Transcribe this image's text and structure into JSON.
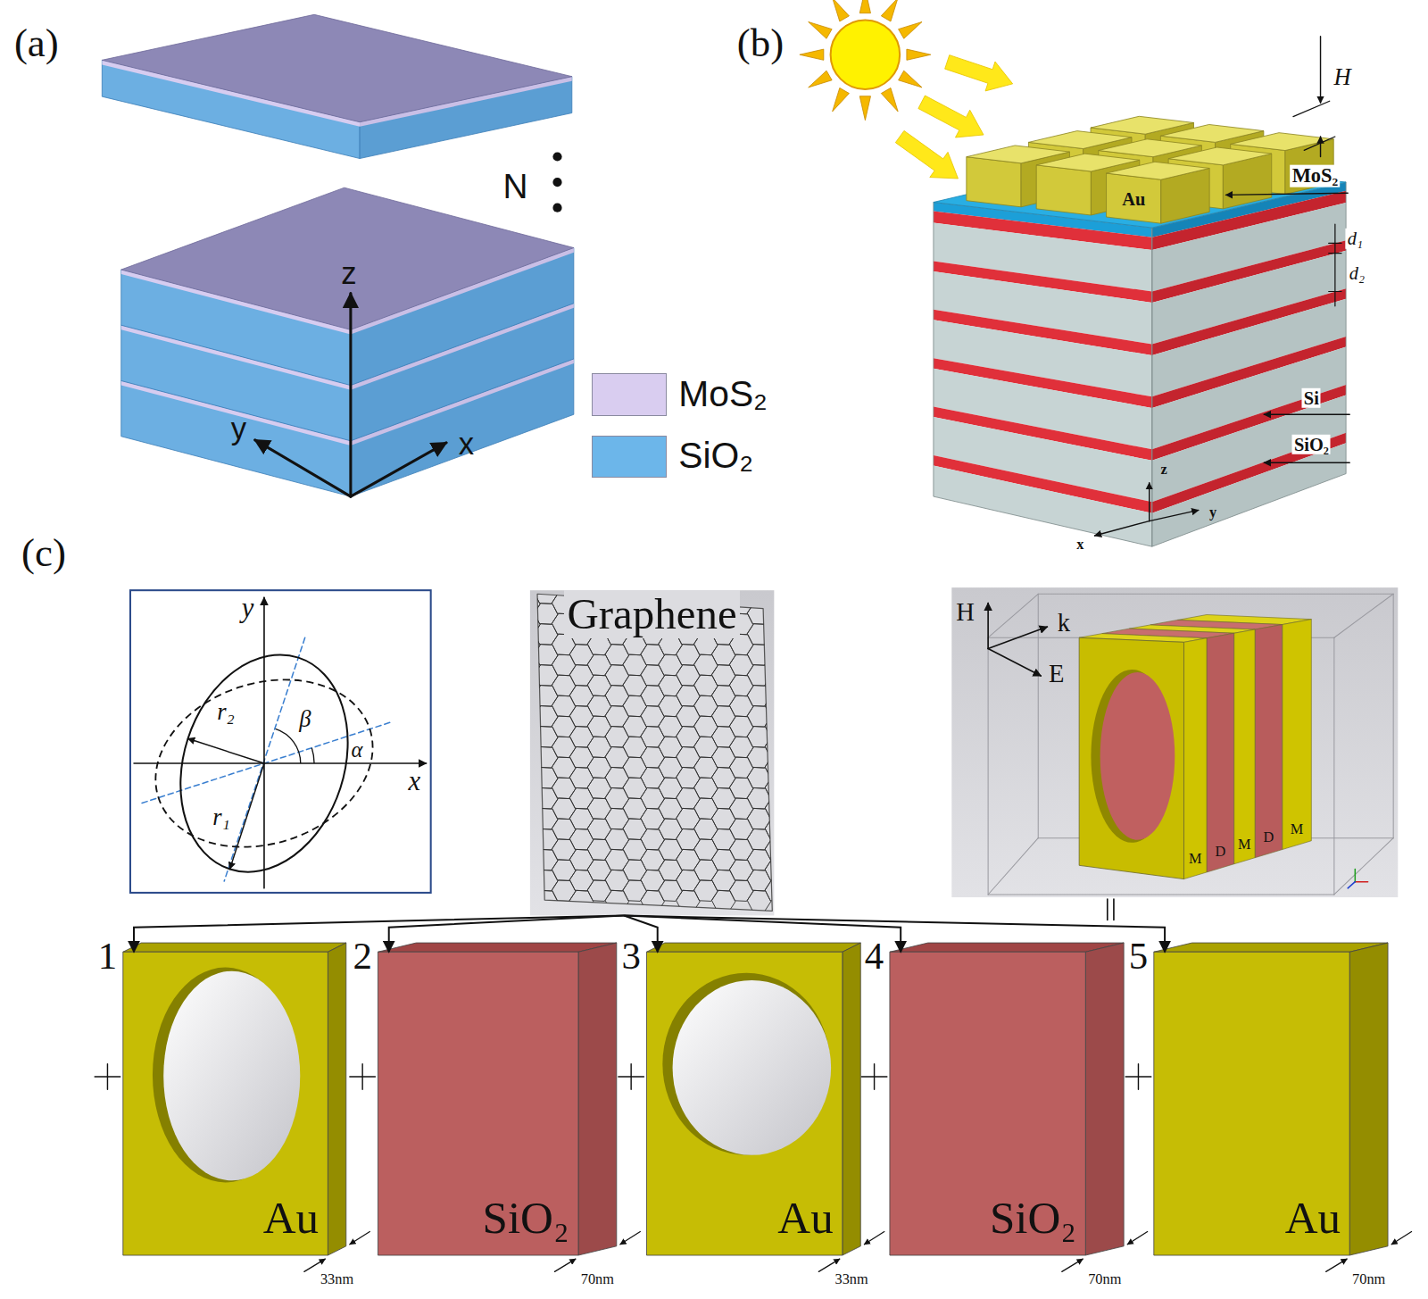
{
  "diagram": {
    "nodes": [
      {
        "text": [
          "Au"
        ]
      },
      {
        "text": [
          "Graphene"
        ]
      },
      {
        "text": [
          "Au"
        ]
      },
      {
        "text": [
          "SiO₂"
        ]
      },
      {
        "text": [
          "Au"
        ]
      },
      {
        "text": [
          "SiO₂"
        ]
      },
      {
        "text": [
          "Au"
        ]
      }
    ],
    "edges": [
      {
        "from": 1,
        "to": 2,
        "arrow": "to"
      },
      {
        "from": 1,
        "to": 3,
        "arrow": "to"
      },
      {
        "from": 1,
        "to": 4,
        "arrow": "to"
      },
      {
        "from": 1,
        "to": 5,
        "arrow": "to"
      },
      {
        "from": 1,
        "to": 6,
        "arrow": "to"
      }
    ],
    "labels": [
      "(a)",
      "(b)",
      "H",
      "MoS₂",
      "N",
      "d₁",
      "d₂",
      "z",
      "y",
      "x",
      "Si",
      "SiO₂",
      "z",
      "x",
      "y",
      "(c)",
      "y",
      "β",
      "α",
      "r₂",
      "x",
      "r₁",
      "H",
      "k",
      "E",
      "M",
      "D",
      "M",
      "D",
      "M",
      "1",
      "2",
      "3",
      "4",
      "5",
      "33nm",
      "70nm",
      "33nm",
      "70nm",
      "70nm"
    ],
    "legend": [
      {
        "text": "MoS₂",
        "color": "#d9cdf0"
      },
      {
        "text": "SiO₂",
        "color": "#6cb6ea"
      }
    ]
  }
}
